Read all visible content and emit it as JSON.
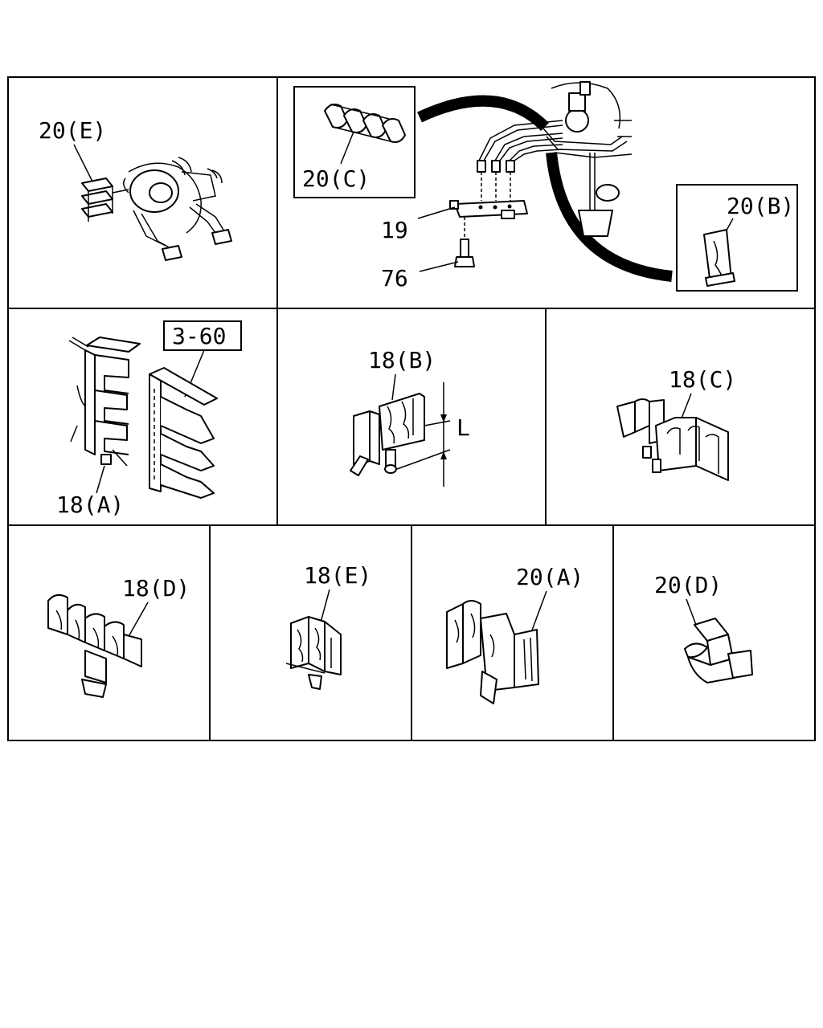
{
  "labels": {
    "p20E": "20(E)",
    "p20C": "20(C)",
    "p19": "19",
    "p76": "76",
    "p20B": "20(B)",
    "ref360": "3-60",
    "p18A": "18(A)",
    "p18B": "18(B)",
    "dimL": "L",
    "p18C": "18(C)",
    "p18D": "18(D)",
    "p18E": "18(E)",
    "p20A": "20(A)",
    "p20D": "20(D)"
  }
}
